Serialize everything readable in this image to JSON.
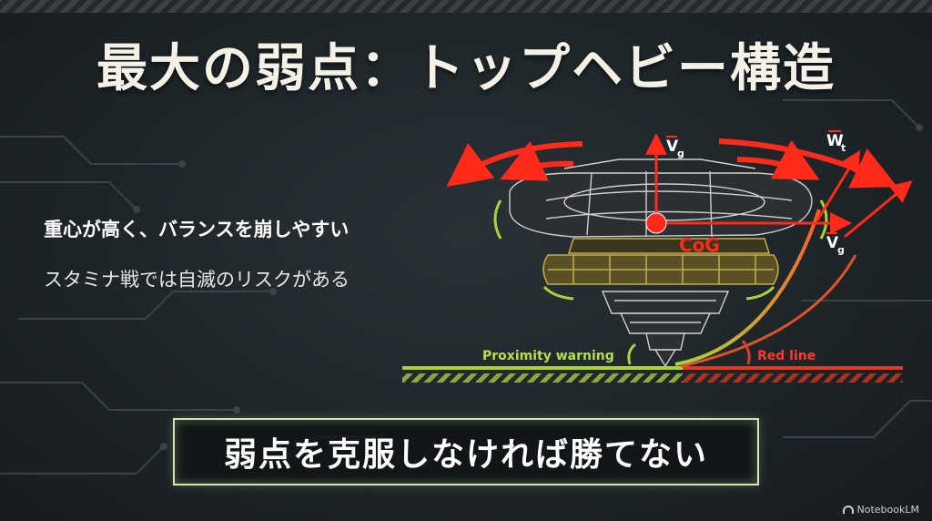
{
  "title": "最大の弱点：トップヘビー構造",
  "bullets": [
    "重心が高く、バランスを崩しやすい",
    "スタミナ戦では自滅のリスクがある"
  ],
  "diagram": {
    "cog_label": "CoG",
    "vg_label": "V",
    "vg_sub": "g",
    "wt_label": "W",
    "wt_sub": "t",
    "proximity_label": "Proximity warning",
    "redline_label": "Red line"
  },
  "callout": "弱点を克服しなければ勝てない",
  "brand": "NotebookLM",
  "colors": {
    "accent_red": "#ff2a1a",
    "accent_green": "#a6d43a",
    "gold": "#8a7a3a"
  }
}
